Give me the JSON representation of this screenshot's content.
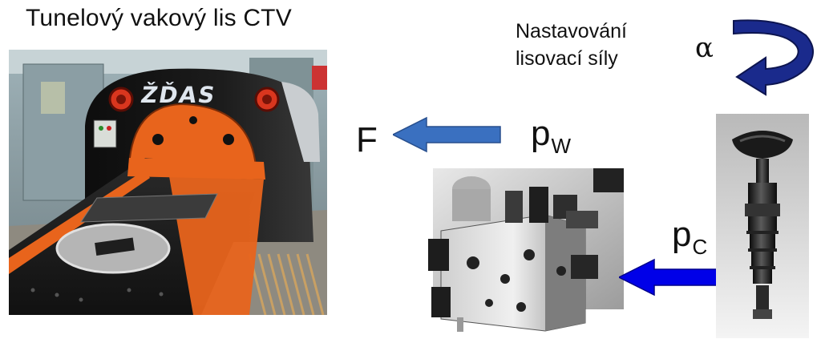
{
  "machine_title": "Tunelový vakový lis CTV",
  "brand_plate": "ŽĎAS",
  "adjust_label_line1": "Nastavování",
  "adjust_label_line2": "lisovací síly",
  "angle_symbol": "α",
  "force_symbol": "F",
  "pressure_w": {
    "base": "p",
    "sub": "W"
  },
  "pressure_c": {
    "base": "p",
    "sub": "C"
  },
  "colors": {
    "arrow_light": "#3a70c0",
    "arrow_bright": "#0000e8",
    "rotation_arrow": "#1a2a8c",
    "press_orange": "#e8641c",
    "press_black": "#151515"
  }
}
